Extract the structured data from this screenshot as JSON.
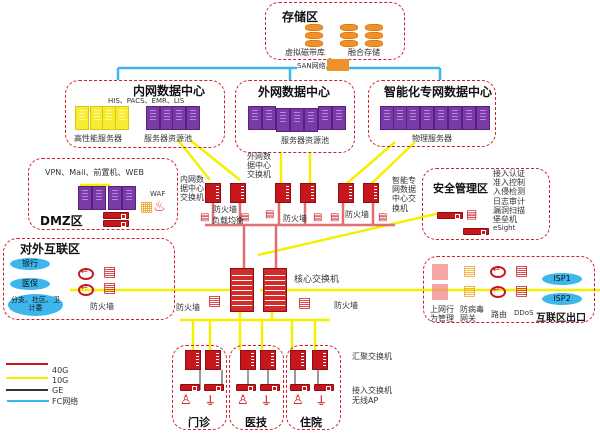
{
  "zones": {
    "storage": {
      "title": "存储区",
      "items": [
        "虚拟磁带库",
        "融合存储"
      ],
      "san_label": "SAN网络"
    },
    "intranet_dc": {
      "title": "内网数据中心",
      "apps": "HIS、PACS、EMR、LIS",
      "labels": [
        "高性能服务器",
        "服务器资源池"
      ]
    },
    "extranet_dc": {
      "title": "外网数据中心",
      "labels": [
        "服务器资源池"
      ]
    },
    "smart_dc": {
      "title": "智能化专网数据中心",
      "labels": [
        "物理服务器"
      ]
    },
    "dmz": {
      "title": "DMZ区",
      "services": "VPN、Mail、前置机、WEB",
      "waf": "WAF"
    },
    "security": {
      "title": "安全管理区",
      "items": [
        "接入认证",
        "准入控制",
        "入侵检测",
        "日志审计",
        "漏洞扫描",
        "堡垒机",
        "eSight"
      ]
    },
    "external": {
      "title": "对外互联区",
      "clouds": [
        "银行",
        "医保",
        "分支、社区、卫计委"
      ],
      "firewall": "防火墙"
    },
    "internet_exit": {
      "title": "互联区出口",
      "labels": [
        "上网行为管理",
        "防病毒网关",
        "路由",
        "DDoS"
      ],
      "isps": [
        "ISP1",
        "ISP2"
      ]
    },
    "departments": [
      {
        "title": "门诊"
      },
      {
        "title": "医技"
      },
      {
        "title": "住院"
      }
    ]
  },
  "switch_labels": {
    "intranet": "内网数据中心交换机",
    "extranet": "外网数据中心交换机",
    "smart": "智能专网数据中心交换机",
    "core": "核心交换机",
    "aggregation": "汇聚交换机",
    "access": "接入交换机",
    "wireless": "无线AP",
    "firewall": "防火墙",
    "load_balance": "负载均衡"
  },
  "legend": [
    {
      "label": "40G",
      "color": "#c8161d"
    },
    {
      "label": "10G",
      "color": "#f5f000"
    },
    {
      "label": "GE",
      "color": "#333333"
    },
    {
      "label": "FC网络",
      "color": "#3db6ec"
    }
  ]
}
